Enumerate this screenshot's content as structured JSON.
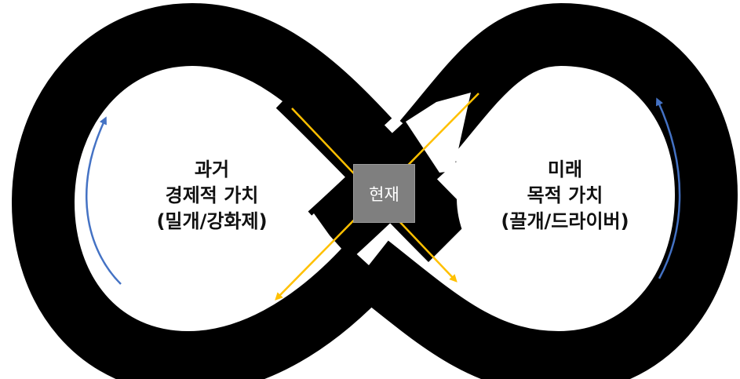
{
  "left_loop": {
    "line1": "과거",
    "line2": "경제적 가치",
    "line3": "(밀개/강화제)"
  },
  "right_loop": {
    "line1": "미래",
    "line2": "목적 가치",
    "line3": "(끌개/드라이버)"
  },
  "center_box": {
    "label": "현재"
  },
  "colors": {
    "track": "#000000",
    "loop_arrow": "#4472c4",
    "cross_arrow": "#ffc000",
    "center_box": "#7f7f7f"
  }
}
